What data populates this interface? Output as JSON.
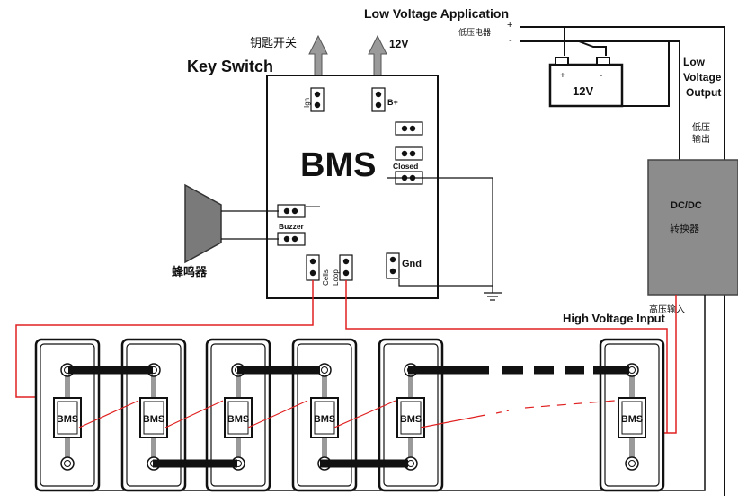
{
  "labels": {
    "low_voltage_application": "Low Voltage Application",
    "low_voltage_appliance_cn": "低压电器",
    "plus": "+",
    "minus": "-",
    "key_switch_cn": "钥匙开关",
    "key_switch": "Key Switch",
    "v12_output": "12V",
    "battery_12v": "12V",
    "battery_plus": "+",
    "battery_minus": "-",
    "low_voltage_output_1": "Low",
    "low_voltage_output_2": "Voltage",
    "low_voltage_output_3": "Output",
    "low_voltage_output_cn_1": "低压",
    "low_voltage_output_cn_2": "输出",
    "dcdc": "DC/DC",
    "converter_cn": "转换器",
    "high_voltage_input_cn": "高压输入",
    "high_voltage_input": "High Voltage Input",
    "bms_title": "BMS",
    "ign": "Ign",
    "b_plus": "B+",
    "closed": "Closed",
    "buzzer": "Buzzer",
    "buzzer_cn": "蜂鸣器",
    "cells": "Cells",
    "loop": "Loop",
    "gnd": "Gnd",
    "cell_bms": "BMS"
  },
  "cells": [
    {
      "label": "BMS"
    },
    {
      "label": "BMS"
    },
    {
      "label": "BMS"
    },
    {
      "label": "BMS"
    },
    {
      "label": "BMS"
    },
    {
      "label": "BMS"
    }
  ],
  "colors": {
    "wire": "#111111",
    "signal_wire": "#e02020",
    "converter_fill": "#8c8c8c",
    "buzzer_fill": "#7a7a7a",
    "arrow_fill": "#9a9a9a"
  }
}
